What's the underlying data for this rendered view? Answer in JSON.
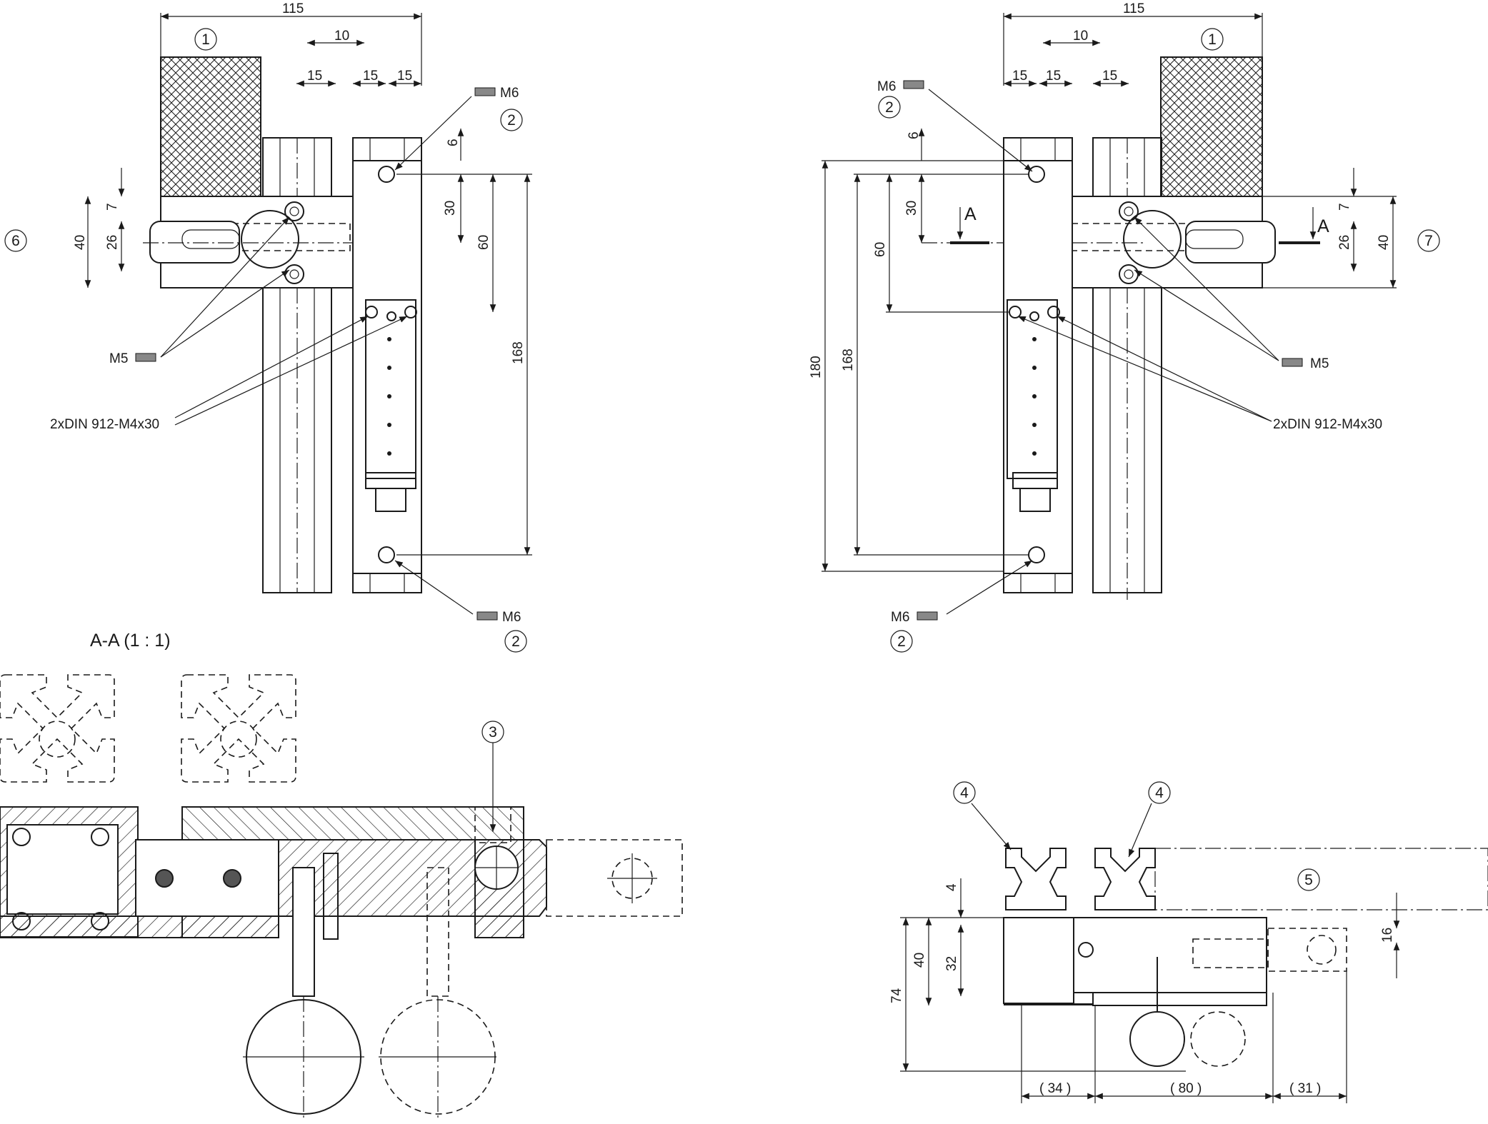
{
  "dims": {
    "w115": "115",
    "w10": "10",
    "w15": "15",
    "h6": "6",
    "h7": "7",
    "h26": "26",
    "h30": "30",
    "h40": "40",
    "h60": "60",
    "h168": "168",
    "h180": "180",
    "h4": "4",
    "h16": "16",
    "h32": "32",
    "h74": "74",
    "p34": "( 34 )",
    "p80": "( 80 )",
    "p31": "( 31 )"
  },
  "callouts": {
    "c1": "1",
    "c2": "2",
    "c3": "3",
    "c4": "4",
    "c5": "5",
    "c6": "6",
    "c7": "7"
  },
  "labels": {
    "m6": "M6",
    "m5": "M5",
    "din": "2xDIN 912-M4x30",
    "section_mark": "A",
    "section_title": "A-A (1 : 1)"
  },
  "colors": {
    "line": "#1a1a1a",
    "hatch": "#1a1a1a",
    "paper": "#ffffff"
  }
}
